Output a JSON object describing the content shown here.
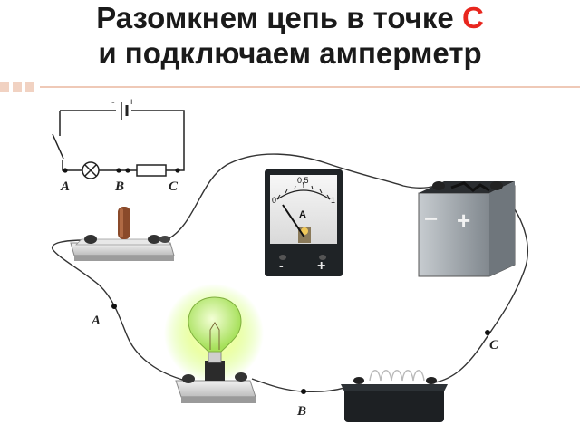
{
  "title": {
    "line1_text": "Разомкнем цепь в точке ",
    "line1_point": "C",
    "line2": "и подключаем амперметр"
  },
  "schematic": {
    "point_a": "A",
    "point_b": "B",
    "point_c": "C",
    "battery_minus": "-",
    "battery_plus": "+"
  },
  "ammeter": {
    "scale_min": "0",
    "scale_mid": "0,5",
    "scale_max": "1",
    "unit": "A",
    "terminal_minus": "-",
    "terminal_plus": "+"
  },
  "battery": {
    "terminal_minus": "−",
    "terminal_plus": "+"
  },
  "wire_points": {
    "a": "A",
    "b": "B",
    "c": "C"
  },
  "colors": {
    "title_point": "#e8261e",
    "wire": "#333333",
    "lamp_glow": "#c9ff6a",
    "battery_body": "#9aa0a6"
  }
}
